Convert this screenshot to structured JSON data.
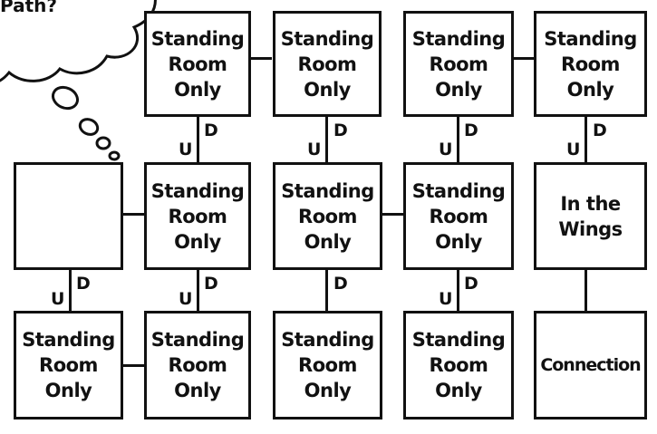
{
  "thought_bubble": {
    "text": "Path?"
  },
  "rooms": {
    "r1c2": "Standing\nRoom\nOnly",
    "r1c3": "Standing\nRoom\nOnly",
    "r1c4": "Standing\nRoom\nOnly",
    "r1c5": "Standing\nRoom\nOnly",
    "r2c1": "",
    "r2c2": "Standing\nRoom\nOnly",
    "r2c3": "Standing\nRoom\nOnly",
    "r2c4": "Standing\nRoom\nOnly",
    "r2c5": "In the\nWings",
    "r3c1": "Standing\nRoom\nOnly",
    "r3c2": "Standing\nRoom\nOnly",
    "r3c3": "Standing\nRoom\nOnly",
    "r3c4": "Standing\nRoom\nOnly",
    "r3c5": "Connection"
  },
  "direction_labels": {
    "up": "U",
    "down": "D"
  }
}
